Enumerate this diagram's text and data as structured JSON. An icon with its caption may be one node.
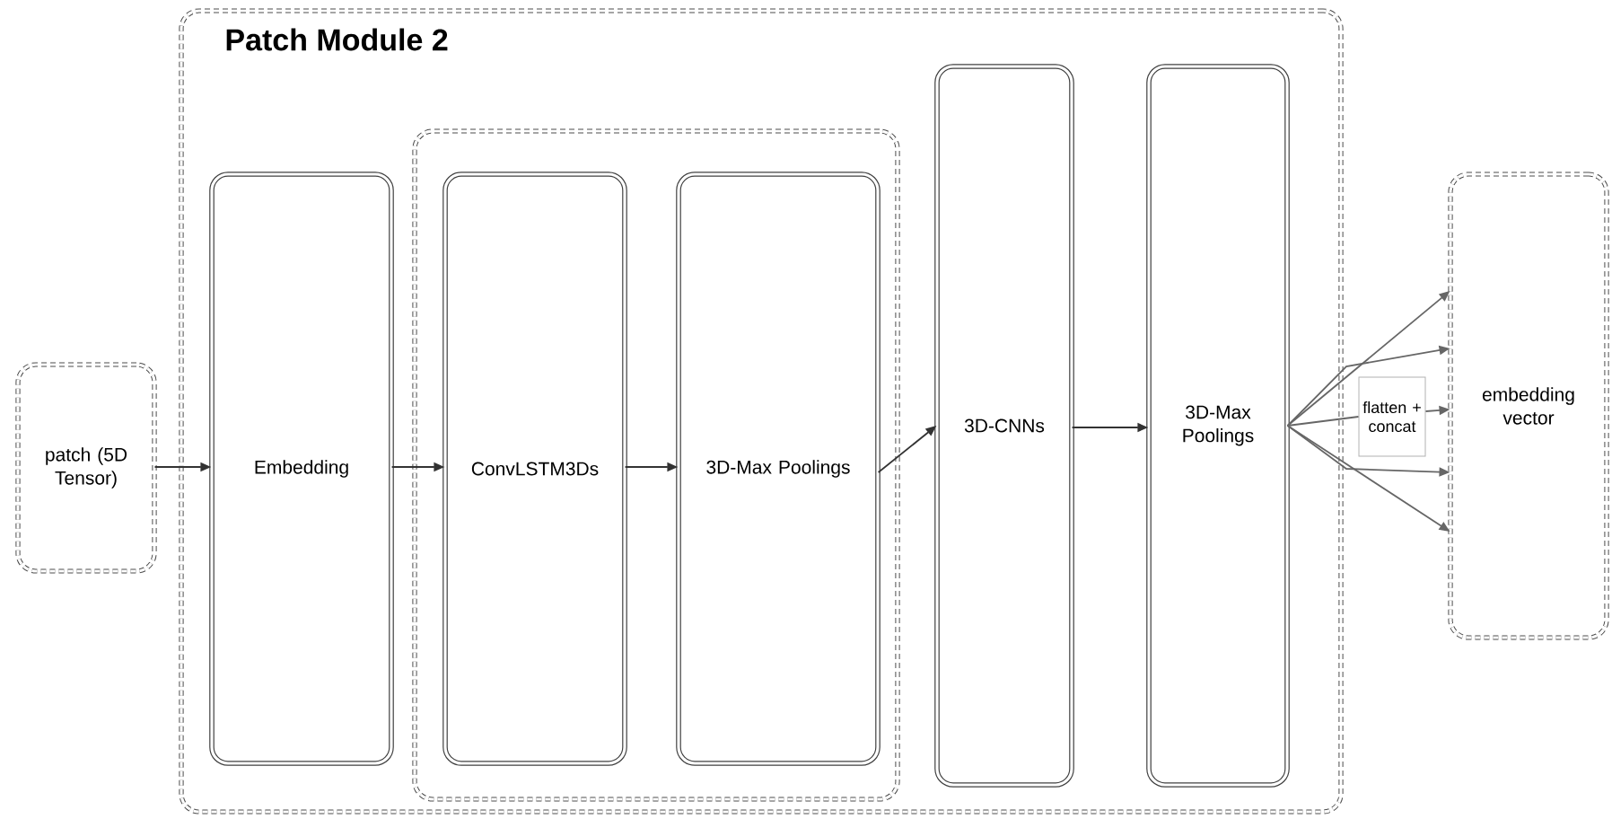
{
  "diagram": {
    "nodes": [
      {
        "text": [
          "Patch Module 2"
        ]
      },
      {
        "text": [
          "patch (5D Tensor)"
        ]
      },
      {
        "text": [
          "Embedding"
        ],
        "in": 0
      },
      {
        "text": [],
        "shape": "box",
        "in": 0
      },
      {
        "text": [
          "ConvLSTM3Ds"
        ],
        "in": 3
      },
      {
        "text": [
          "3D-Max Poolings"
        ],
        "in": 3
      },
      {
        "text": [
          "3D-CNNs"
        ],
        "in": 0
      },
      {
        "text": [
          "3D-Max Poolings"
        ],
        "in": 0
      },
      {
        "text": [
          "flatten + concat"
        ]
      },
      {
        "text": [
          "embedding vector"
        ]
      }
    ],
    "edges": [
      {
        "from": 1,
        "to": 2,
        "arrow": "to"
      },
      {
        "from": 2,
        "to": 4,
        "arrow": "to"
      },
      {
        "from": 4,
        "to": 5,
        "arrow": "to"
      },
      {
        "from": 5,
        "to": 6,
        "arrow": "to"
      },
      {
        "from": 6,
        "to": 7,
        "arrow": "to"
      },
      {
        "from": 7,
        "to": 9,
        "arrow": "to"
      },
      {
        "from": 7,
        "to": 9,
        "arrow": "to"
      },
      {
        "from": 7,
        "to": 8,
        "arrow": "none"
      },
      {
        "from": 8,
        "to": 9,
        "arrow": "to"
      },
      {
        "from": 7,
        "to": 9,
        "arrow": "to"
      },
      {
        "from": 7,
        "to": 9,
        "arrow": "to"
      }
    ]
  }
}
